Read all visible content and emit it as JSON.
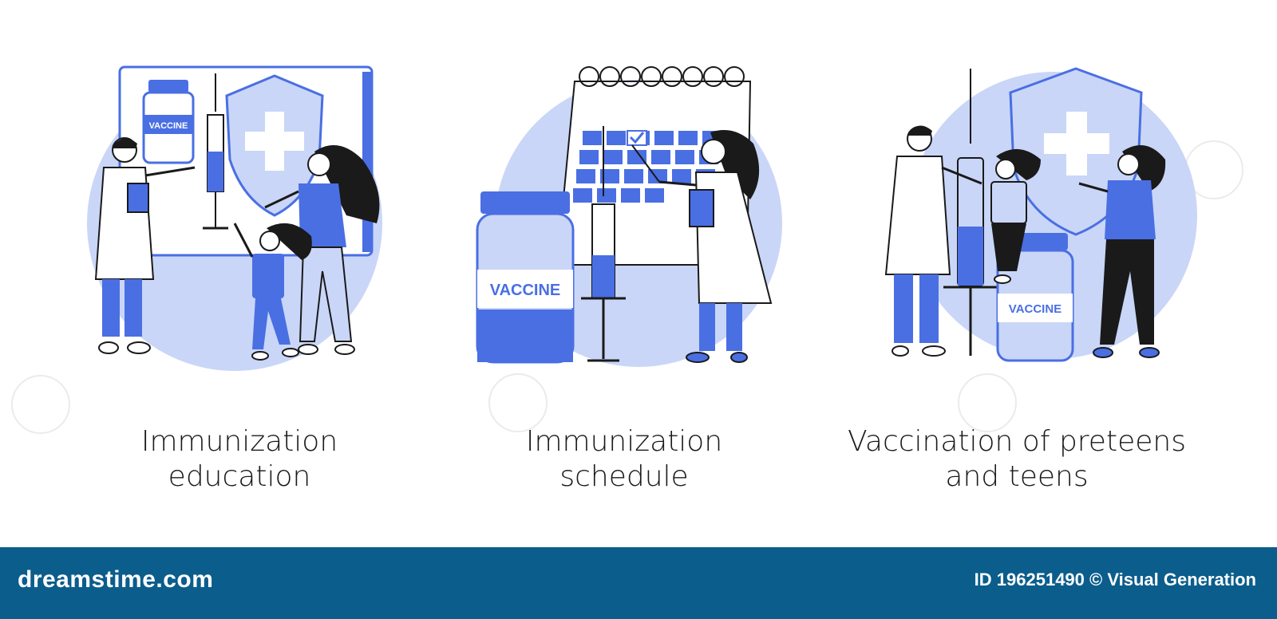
{
  "captions": [
    {
      "line1": "Immunization",
      "line2": "education"
    },
    {
      "line1": "Immunization",
      "line2": "schedule"
    },
    {
      "line1": "Vaccination of preteens",
      "line2": "and teens"
    }
  ],
  "vial_labels": {
    "panel1": "VACCINE",
    "panel2": "VACCINE",
    "panel3": "VACCINE"
  },
  "footer": {
    "brand": "dreamstime.com",
    "credit": "ID 196251490 © Visual Generation"
  },
  "colors": {
    "accent": "#4a6fe3",
    "light": "#c9d6f7",
    "footer": "#0b5d8c"
  }
}
